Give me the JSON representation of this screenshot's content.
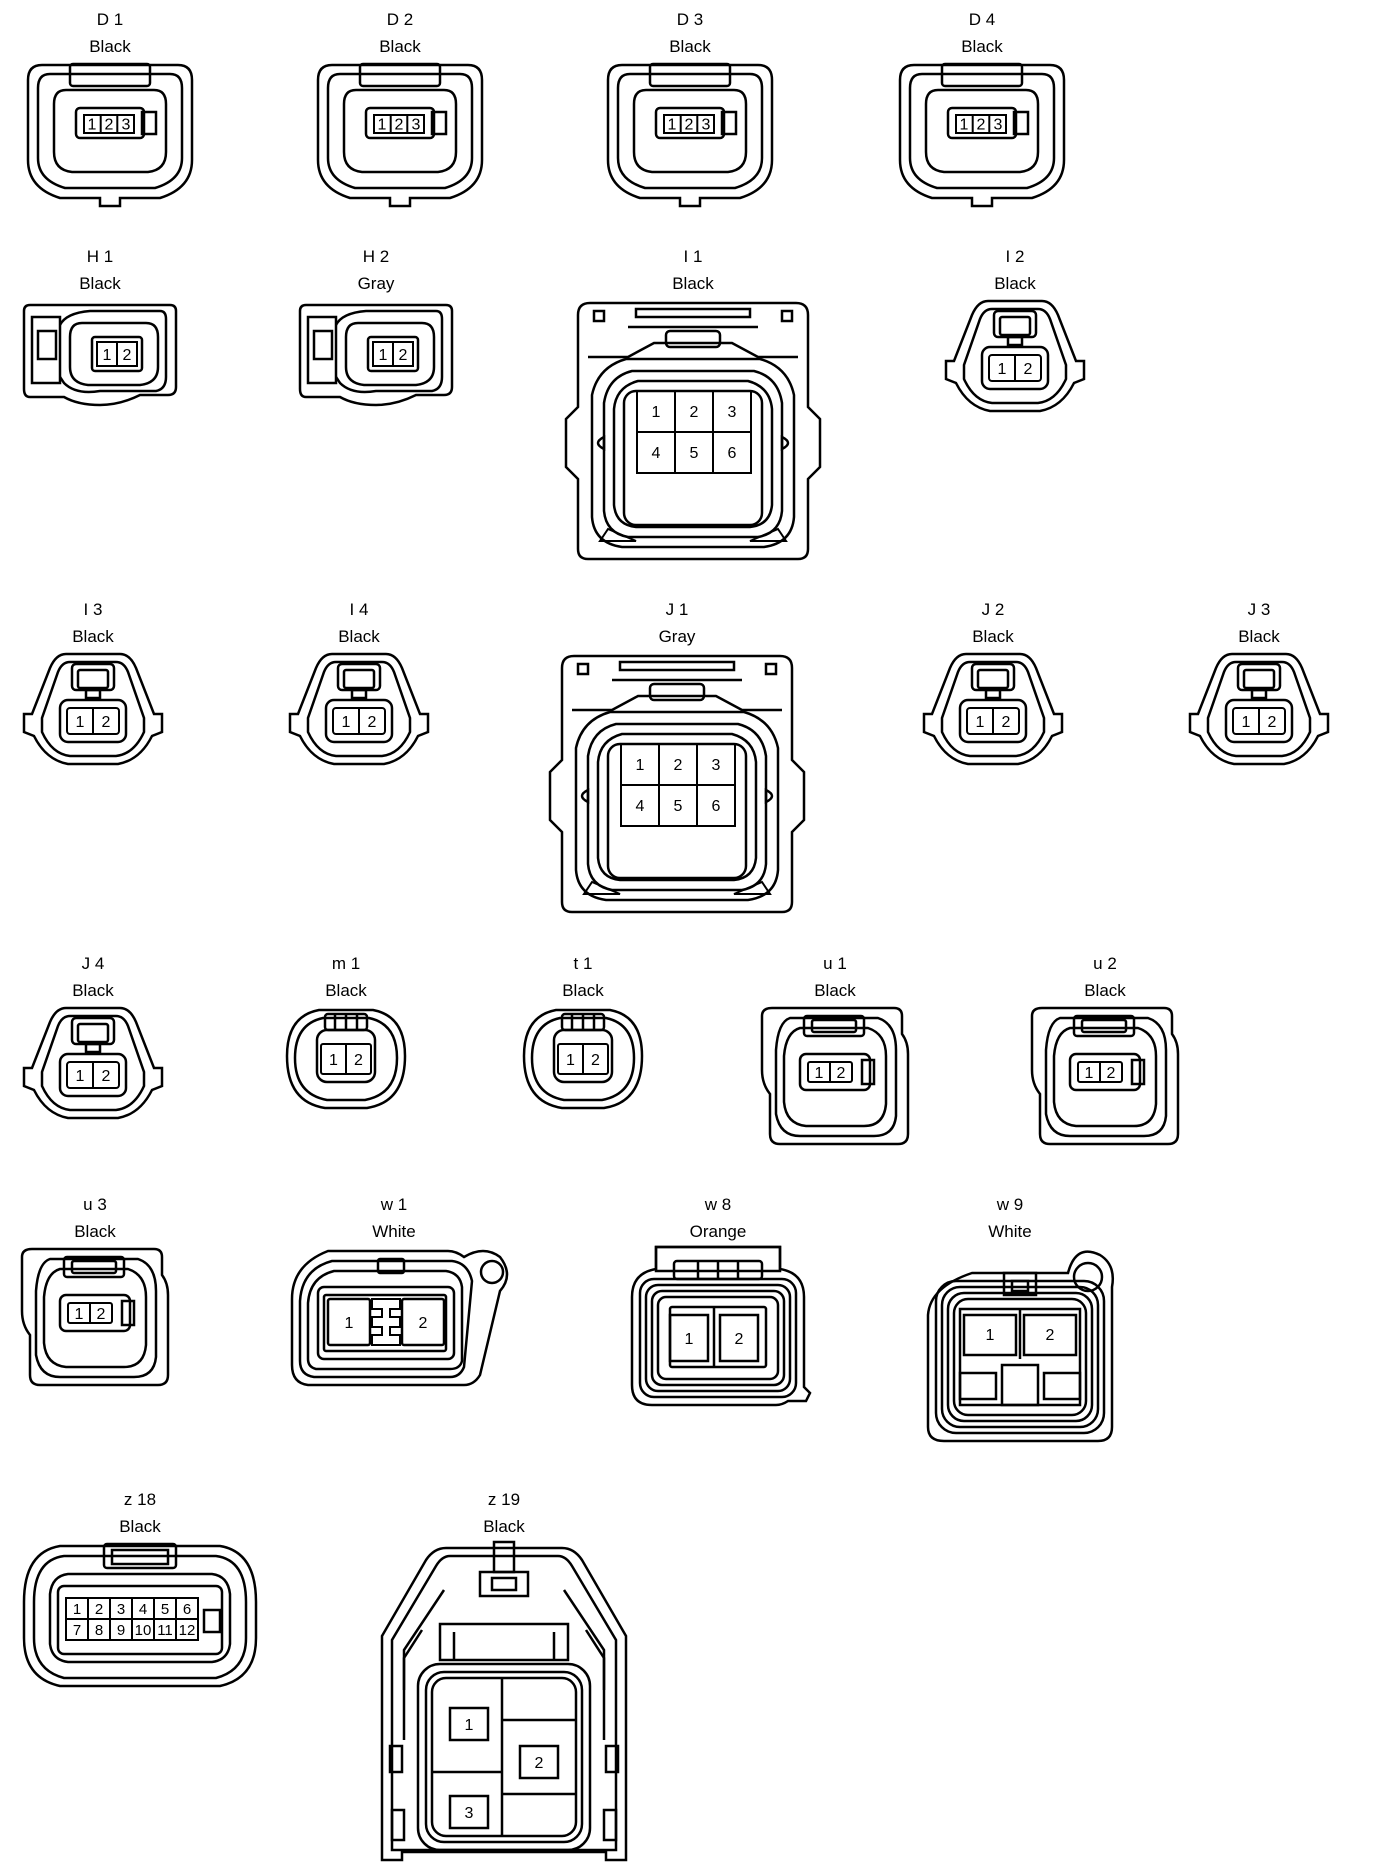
{
  "connectors": [
    {
      "id": "D1",
      "code": "D 1",
      "color": "Black",
      "pins": [
        "1",
        "2",
        "3"
      ]
    },
    {
      "id": "D2",
      "code": "D 2",
      "color": "Black",
      "pins": [
        "1",
        "2",
        "3"
      ]
    },
    {
      "id": "D3",
      "code": "D 3",
      "color": "Black",
      "pins": [
        "1",
        "2",
        "3"
      ]
    },
    {
      "id": "D4",
      "code": "D 4",
      "color": "Black",
      "pins": [
        "1",
        "2",
        "3"
      ]
    },
    {
      "id": "H1",
      "code": "H 1",
      "color": "Black",
      "pins": [
        "1",
        "2"
      ]
    },
    {
      "id": "H2",
      "code": "H 2",
      "color": "Gray",
      "pins": [
        "1",
        "2"
      ]
    },
    {
      "id": "I1",
      "code": "I 1",
      "color": "Black",
      "pins": [
        "1",
        "2",
        "3",
        "4",
        "5",
        "6"
      ]
    },
    {
      "id": "I2",
      "code": "I 2",
      "color": "Black",
      "pins": [
        "1",
        "2"
      ]
    },
    {
      "id": "I3",
      "code": "I 3",
      "color": "Black",
      "pins": [
        "1",
        "2"
      ]
    },
    {
      "id": "I4",
      "code": "I 4",
      "color": "Black",
      "pins": [
        "1",
        "2"
      ]
    },
    {
      "id": "J1",
      "code": "J 1",
      "color": "Gray",
      "pins": [
        "1",
        "2",
        "3",
        "4",
        "5",
        "6"
      ]
    },
    {
      "id": "J2",
      "code": "J 2",
      "color": "Black",
      "pins": [
        "1",
        "2"
      ]
    },
    {
      "id": "J3",
      "code": "J 3",
      "color": "Black",
      "pins": [
        "1",
        "2"
      ]
    },
    {
      "id": "J4",
      "code": "J 4",
      "color": "Black",
      "pins": [
        "1",
        "2"
      ]
    },
    {
      "id": "m1",
      "code": "m 1",
      "color": "Black",
      "pins": [
        "1",
        "2"
      ]
    },
    {
      "id": "t1",
      "code": "t 1",
      "color": "Black",
      "pins": [
        "1",
        "2"
      ]
    },
    {
      "id": "u1",
      "code": "u 1",
      "color": "Black",
      "pins": [
        "1",
        "2"
      ]
    },
    {
      "id": "u2",
      "code": "u 2",
      "color": "Black",
      "pins": [
        "1",
        "2"
      ]
    },
    {
      "id": "u3",
      "code": "u 3",
      "color": "Black",
      "pins": [
        "1",
        "2"
      ]
    },
    {
      "id": "w1",
      "code": "w 1",
      "color": "White",
      "pins": [
        "1",
        "2"
      ]
    },
    {
      "id": "w8",
      "code": "w 8",
      "color": "Orange",
      "pins": [
        "1",
        "2"
      ]
    },
    {
      "id": "w9",
      "code": "w 9",
      "color": "White",
      "pins": [
        "1",
        "2"
      ]
    },
    {
      "id": "z18",
      "code": "z 18",
      "color": "Black",
      "pins": [
        "1",
        "2",
        "3",
        "4",
        "5",
        "6",
        "7",
        "8",
        "9",
        "10",
        "11",
        "12"
      ]
    },
    {
      "id": "z19",
      "code": "z 19",
      "color": "Black",
      "pins": [
        "1",
        "2",
        "3"
      ]
    }
  ]
}
